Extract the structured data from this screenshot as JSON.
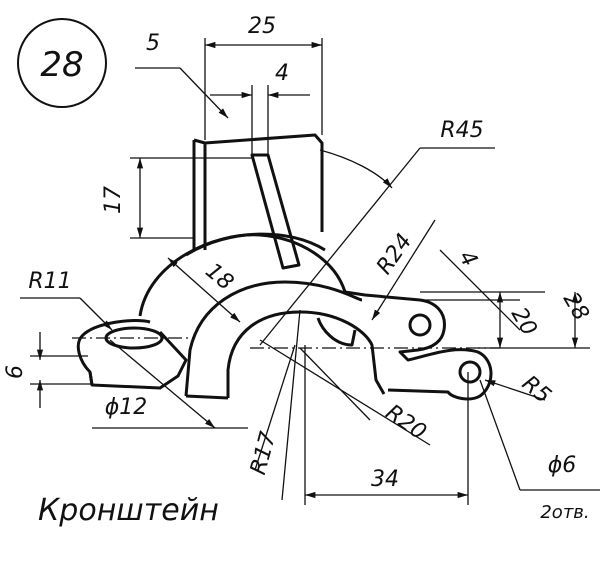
{
  "drawing": {
    "number": "28",
    "title": "Кронштейн",
    "note": "2отв.",
    "dimensions": {
      "d25": "25",
      "d5": "5",
      "d4_top": "4",
      "d17": "17",
      "r45": "R45",
      "r24": "R24",
      "d18": "18",
      "r11": "R11",
      "d6": "6",
      "phi12": "ϕ12",
      "r17": "R17",
      "r20": "R20",
      "d34": "34",
      "d4_right": "4",
      "d20": "20",
      "d28": "28",
      "r5": "R5",
      "phi6": "ϕ6"
    }
  }
}
